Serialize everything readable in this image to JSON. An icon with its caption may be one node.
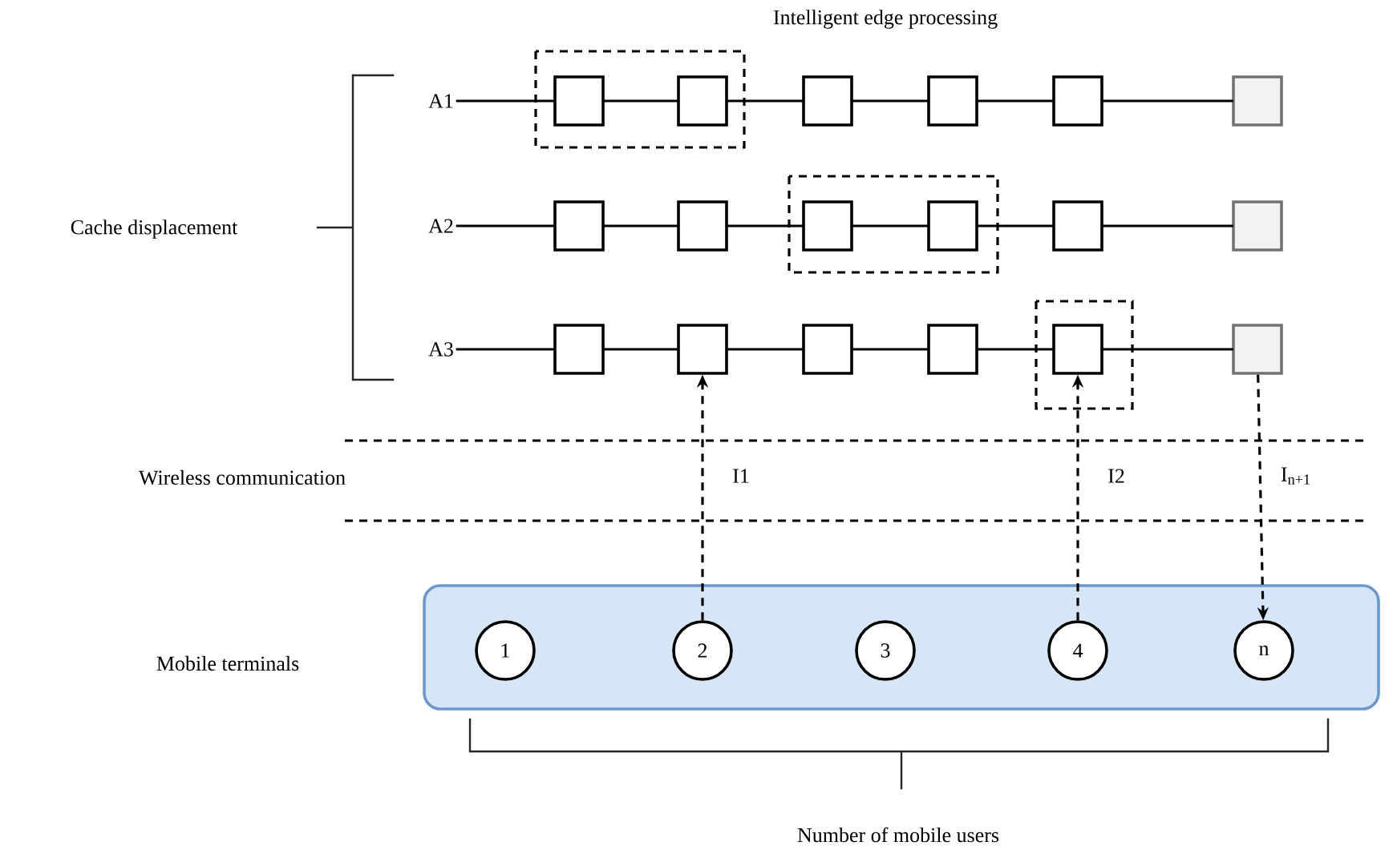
{
  "diagram": {
    "nodes": [
      {
        "text": [
          "A1"
        ]
      },
      {
        "text": [],
        "shape": "box"
      },
      {
        "text": [],
        "shape": "box"
      },
      {
        "text": [],
        "shape": "box"
      },
      {
        "text": [],
        "shape": "box"
      },
      {
        "text": [],
        "shape": "box"
      },
      {
        "text": [],
        "shape": "box"
      },
      {
        "text": [
          "A2"
        ]
      },
      {
        "text": [],
        "shape": "box"
      },
      {
        "text": [],
        "shape": "box"
      },
      {
        "text": [],
        "shape": "box"
      },
      {
        "text": [],
        "shape": "box"
      },
      {
        "text": [],
        "shape": "box"
      },
      {
        "text": [],
        "shape": "box"
      },
      {
        "text": [
          "A3"
        ]
      },
      {
        "text": [],
        "shape": "box"
      },
      {
        "text": [],
        "shape": "box"
      },
      {
        "text": [],
        "shape": "box"
      },
      {
        "text": [],
        "shape": "box"
      },
      {
        "text": [],
        "shape": "box"
      },
      {
        "text": [],
        "shape": "box"
      },
      {
        "text": [],
        "shape": "box"
      },
      {
        "text": [
          "1"
        ],
        "in": 21
      },
      {
        "text": [
          "2"
        ],
        "in": 21
      },
      {
        "text": [
          "3"
        ],
        "in": 21
      },
      {
        "text": [
          "4"
        ],
        "in": 21
      },
      {
        "text": [
          "n"
        ],
        "in": 21
      }
    ],
    "edges": [
      {
        "from": 0,
        "to": 1,
        "arrow": "none"
      },
      {
        "from": 1,
        "to": 2,
        "arrow": "none"
      },
      {
        "from": 2,
        "to": 3,
        "arrow": "none"
      },
      {
        "from": 3,
        "to": 4,
        "arrow": "none"
      },
      {
        "from": 4,
        "to": 5,
        "arrow": "none"
      },
      {
        "from": 5,
        "to": 6,
        "arrow": "none"
      },
      {
        "from": 7,
        "to": 8,
        "arrow": "none"
      },
      {
        "from": 8,
        "to": 9,
        "arrow": "none"
      },
      {
        "from": 9,
        "to": 10,
        "arrow": "none"
      },
      {
        "from": 10,
        "to": 11,
        "arrow": "none"
      },
      {
        "from": 11,
        "to": 12,
        "arrow": "none"
      },
      {
        "from": 12,
        "to": 13,
        "arrow": "none"
      },
      {
        "from": 14,
        "to": 15,
        "arrow": "none"
      },
      {
        "from": 15,
        "to": 16,
        "arrow": "none"
      },
      {
        "from": 16,
        "to": 17,
        "arrow": "none"
      },
      {
        "from": 17,
        "to": 18,
        "arrow": "none"
      },
      {
        "from": 18,
        "to": 19,
        "arrow": "none"
      },
      {
        "from": 19,
        "to": 20,
        "arrow": "none"
      },
      {
        "from": 23,
        "to": 16,
        "arrow": "to",
        "style": "dashed",
        "label": "I1"
      },
      {
        "from": 25,
        "to": 19,
        "arrow": "to",
        "style": "dashed",
        "label": "I2"
      },
      {
        "from": 20,
        "to": 26,
        "arrow": "to",
        "style": "dashed",
        "label": "I$_{n+1}$"
      }
    ],
    "labels": [
      "Intelligent edge processing",
      "Cache displacement",
      "Wireless communication",
      "Mobile terminals",
      "Number of mobile users"
    ]
  }
}
